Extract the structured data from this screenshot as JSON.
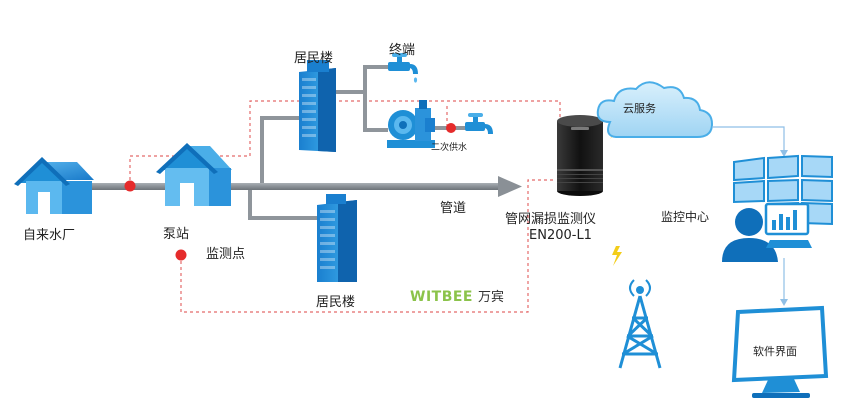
{
  "colors": {
    "blue": "#1f8fd6",
    "blue_light": "#8fd0f4",
    "pipe": "#8f959b",
    "sensor": "#e52b2b",
    "dashed": "#e46a6a",
    "device": "#1b1b1b",
    "lightning": "#f3cd19",
    "brand_green": "#8bc34a"
  },
  "labels": {
    "water_plant": "自来水厂",
    "pump_station": "泵站",
    "monitoring_point": "监测点",
    "residential_top": "居民楼",
    "residential_bottom": "居民楼",
    "terminal": "终端",
    "secondary_supply": "二次供水",
    "pipeline": "管道",
    "device_name": "管网漏损监测仪",
    "device_model": "EN200-L1",
    "cloud_service": "云服务",
    "monitoring_center": "监控中心",
    "software_ui": "软件界面"
  },
  "brand": {
    "english": "WITBEE",
    "chinese": "万宾"
  },
  "icons": {
    "water_plant": "house-icon",
    "pump_station": "house-icon",
    "buildings": "building-icon",
    "faucet": "faucet-icon",
    "pump": "water-pump-icon",
    "device": "leak-monitor-device-icon",
    "cloud": "cloud-icon",
    "tower": "signal-tower-icon",
    "lightning": "lightning-icon",
    "operator": "operator-icon",
    "video_wall": "video-wall-icon",
    "monitor": "computer-monitor-icon",
    "arrow": "arrow-icon"
  }
}
